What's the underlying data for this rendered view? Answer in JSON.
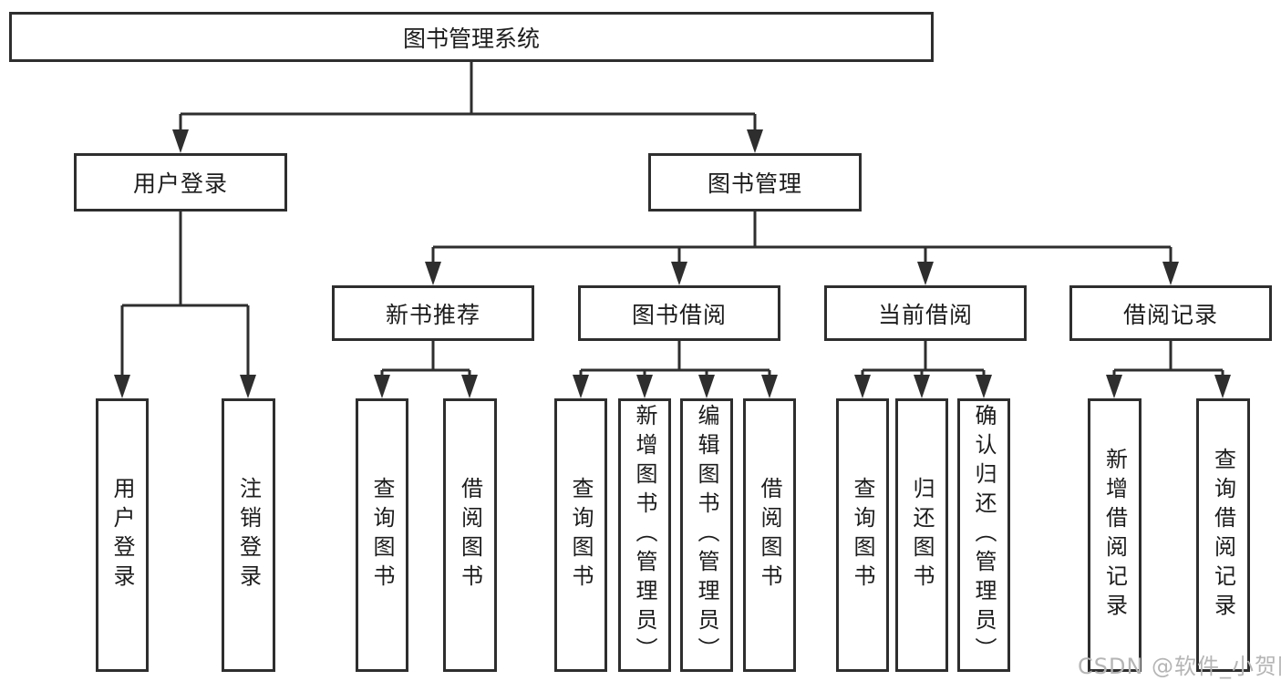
{
  "diagram": {
    "root": {
      "label": "图书管理系统",
      "children": [
        {
          "label": "用户登录",
          "leaves": [
            "用户登录",
            "注销登录"
          ]
        },
        {
          "label": "图书管理",
          "children": [
            {
              "label": "新书推荐",
              "leaves": [
                "查询图书",
                "借阅图书"
              ]
            },
            {
              "label": "图书借阅",
              "leaves": [
                "查询图书",
                "新增图书（管理员）",
                "编辑图书（管理员）",
                "借阅图书"
              ]
            },
            {
              "label": "当前借阅",
              "leaves": [
                "查询图书",
                "归还图书",
                "确认归还（管理员）"
              ]
            },
            {
              "label": "借阅记录",
              "leaves": [
                "新增借阅记录",
                "查询借阅记录"
              ]
            }
          ]
        }
      ]
    }
  },
  "watermark": "CSDN @软件_小贺同学",
  "colors": {
    "line": "#2e2e2e",
    "text": "#1c1c1c",
    "watermark": "#b5b5b5",
    "bg": "#ffffff"
  }
}
